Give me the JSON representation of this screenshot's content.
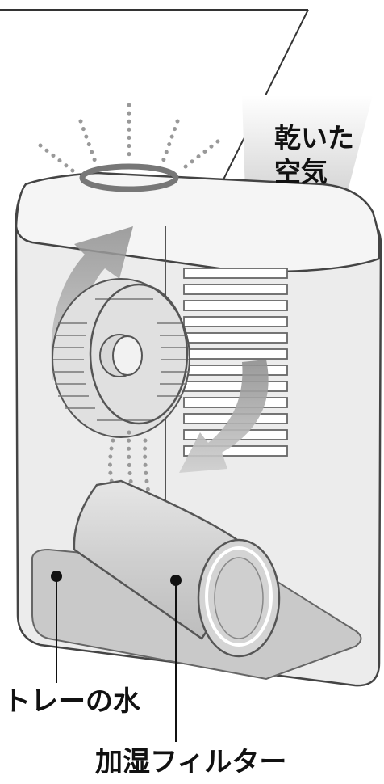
{
  "labels": {
    "dry_air_line1": "乾いた",
    "dry_air_line2": "空気",
    "tray_water": "トレーの水",
    "humidifying_filter": "加湿フィルター"
  }
}
